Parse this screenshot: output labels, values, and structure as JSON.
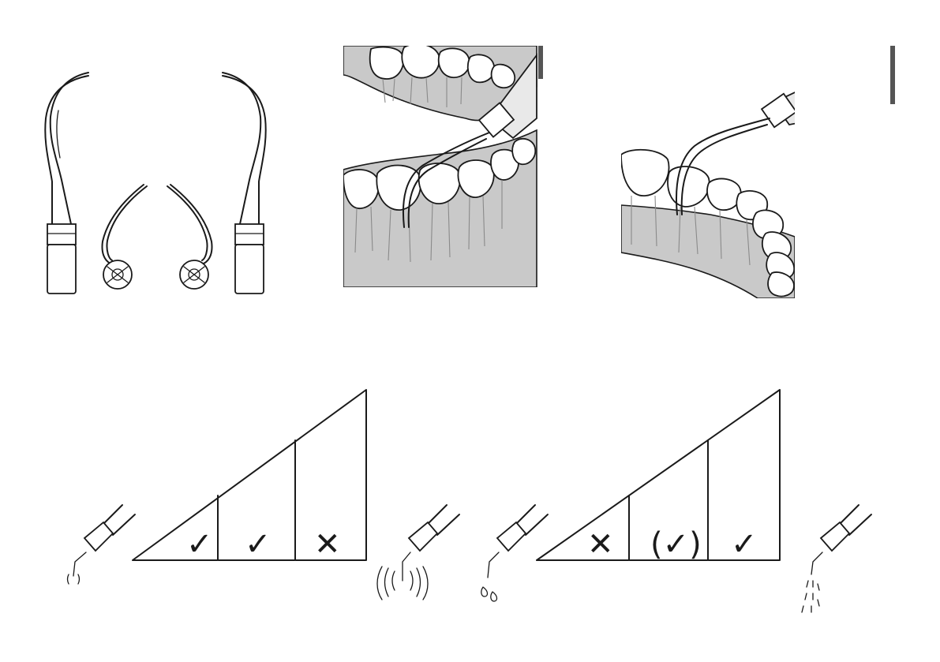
{
  "illustration": {
    "tips": [
      "tip-straight-left",
      "tip-curved-left",
      "tip-curved-right",
      "tip-straight-right"
    ],
    "scenes": [
      "lower-jaw-tip-interproximal",
      "upper-arch-tip-buccal"
    ]
  },
  "charts": [
    {
      "axis_meaning": "power-level",
      "left_icon": "low-vibration-handpiece-icon",
      "right_icon": "high-vibration-handpiece-icon",
      "cells": [
        {
          "symbol": "check",
          "text": "✓"
        },
        {
          "symbol": "check",
          "text": "✓"
        },
        {
          "symbol": "cross",
          "text": "✕"
        }
      ]
    },
    {
      "axis_meaning": "water-flow",
      "left_icon": "water-drops-handpiece-icon",
      "right_icon": "water-spray-handpiece-icon",
      "cells": [
        {
          "symbol": "cross",
          "text": "✕"
        },
        {
          "symbol": "check-conditional",
          "text": "(✓)"
        },
        {
          "symbol": "check",
          "text": "✓"
        }
      ]
    }
  ],
  "colors": {
    "line": "#1a1a1a",
    "gum": "#c9c9c9",
    "root": "#8a8a8a",
    "handpiece": "#e9e9e9"
  }
}
